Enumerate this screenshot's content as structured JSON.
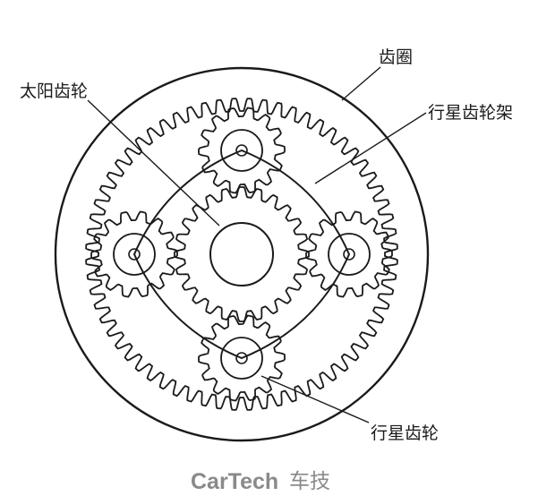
{
  "labels": {
    "ring_gear": "齿圈",
    "sun_gear": "太阳齿轮",
    "planet_carrier": "行星齿轮架",
    "planet_gear": "行星齿轮"
  },
  "watermark": {
    "brand_latin": "CarTech",
    "brand_cn": "车技"
  },
  "colors": {
    "ink": "#1a1a1a",
    "watermark": "#8a8a8a",
    "background": "#ffffff"
  }
}
